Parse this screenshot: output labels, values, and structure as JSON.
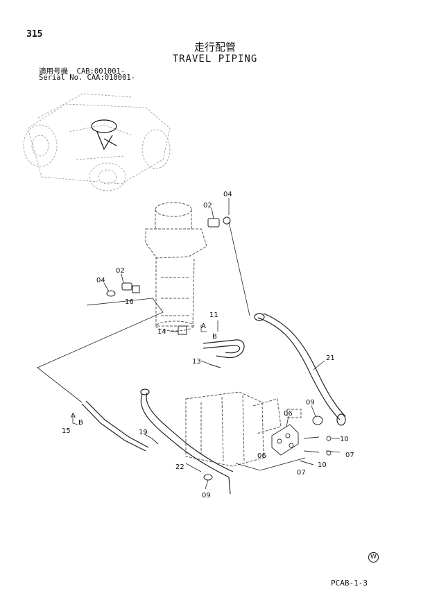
{
  "header": {
    "page_number": "315",
    "title_jp": "走行配管",
    "title_en": "TRAVEL PIPING",
    "serial_line_1": "適用号機  CAB:001001-",
    "serial_line_2": "Serial No. CAA:010001-"
  },
  "callouts": {
    "c02a": "02",
    "c04a": "04",
    "c02b": "02",
    "c04b": "04",
    "c16": "16",
    "c11": "11",
    "cA1": "A",
    "cB1": "B",
    "c14": "14",
    "c13": "13",
    "c21": "21",
    "c09a": "09",
    "c06a": "06",
    "c10a": "10",
    "cA2": "A",
    "cB2": "B",
    "c15": "15",
    "c19": "19",
    "c06b": "06",
    "c07a": "07",
    "c10b": "10",
    "c07b": "07",
    "c22": "22",
    "c09b": "09"
  },
  "footer": {
    "watermark": "W",
    "page_code": "PCAB-1-3"
  }
}
